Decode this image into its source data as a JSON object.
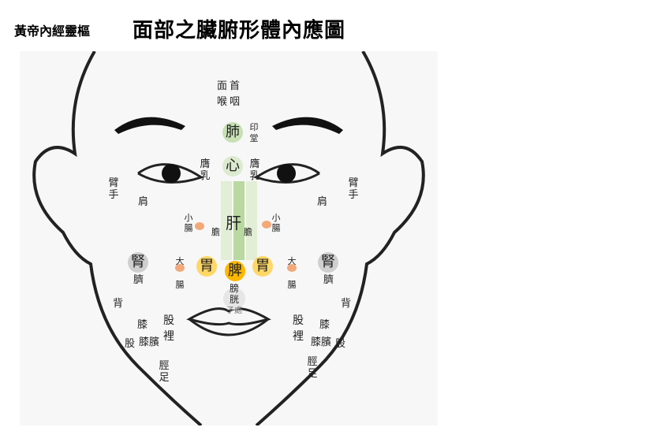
{
  "header": {
    "book": "黃帝內經靈樞",
    "title": "面部之臟腑形體內應圖"
  },
  "labels": {
    "mian_shou": "面首",
    "hou_yan": "喉咽",
    "fei": "肺",
    "yin_tang": "印堂",
    "xin": "心",
    "ying_ru": "膺乳",
    "bi_shou": "臂手",
    "jian": "肩",
    "xiao_chang": "小腸",
    "dan": "膽",
    "gan": "肝",
    "da_chang": "大腸",
    "shen": "腎",
    "qi": "臍",
    "wei": "胃",
    "pi": "脾",
    "pang_guang": "膀胱",
    "zi_chu": "子處",
    "bei": "背",
    "gu_li": "股裡",
    "xi": "膝",
    "gu": "股",
    "xi_bin": "膝臏",
    "jing_zu": "脛足"
  },
  "colors": {
    "lung": "#c8e0b4",
    "heart": "#dcebd0",
    "liver": "#b9d9a0",
    "stomach": "#ffd766",
    "spleen": "#ffb800",
    "intestine": "#f2a878",
    "kidney": "#cfcfcf"
  }
}
